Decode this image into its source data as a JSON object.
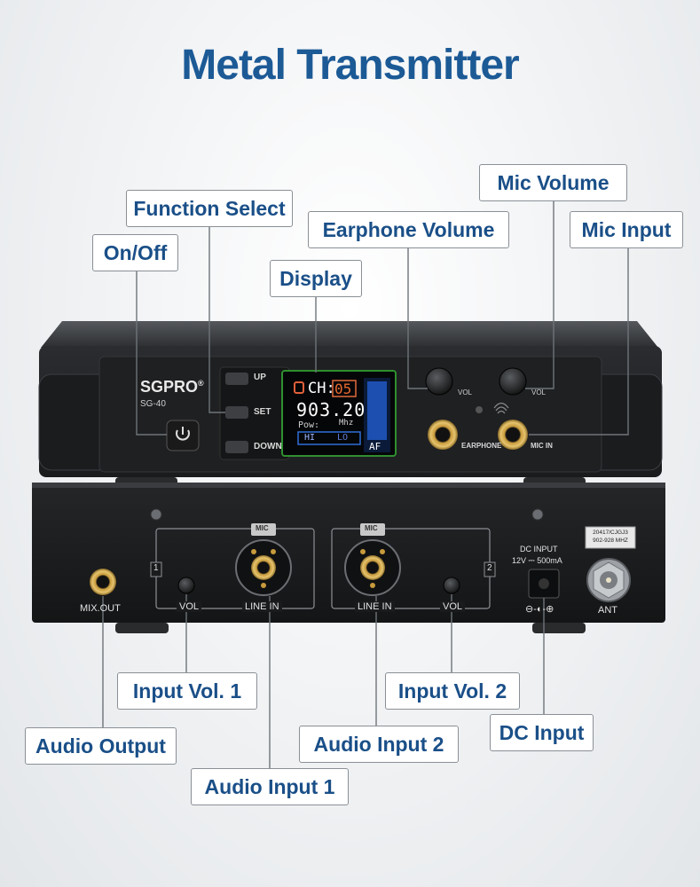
{
  "title": "Metal Transmitter",
  "callouts": {
    "mic_volume": "Mic Volume",
    "function_select": "Function Select",
    "earphone_volume": "Earphone Volume",
    "mic_input": "Mic Input",
    "on_off": "On/Off",
    "display": "Display",
    "input_vol_1": "Input Vol. 1",
    "input_vol_2": "Input Vol. 2",
    "audio_output": "Audio Output",
    "audio_input_2": "Audio Input 2",
    "dc_input": "DC Input",
    "audio_input_1": "Audio Input 1"
  },
  "front_panel": {
    "brand": "SGPRO",
    "brand_mark": "®",
    "model": "SG-40",
    "buttons": {
      "up": "UP",
      "set": "SET",
      "down": "DOWN"
    },
    "lcd": {
      "channel_label": "CH:",
      "channel_value": "05",
      "frequency": "903.20",
      "unit": "Mhz",
      "power_label": "Pow:",
      "power_hi": "HI",
      "power_lo": "LO",
      "af_label": "AF"
    },
    "knob_labels": {
      "earphone_vol": "VOL",
      "mic_vol": "VOL"
    },
    "jack_labels": {
      "earphone": "EARPHONE",
      "mic_in": "MIC IN"
    }
  },
  "rear_panel": {
    "mix_out": "MIX.OUT",
    "ch1": "1",
    "ch2": "2",
    "vol1": "VOL",
    "line_in_1": "LINE IN",
    "line_in_2": "LINE IN",
    "vol2": "VOL",
    "xlr_tag": "MIC",
    "dc_input_label": "DC INPUT",
    "dc_rating": "12V ⎓ 500mA",
    "polarity": "⊖-◐-⊕",
    "sticker_line1": "20417/CJGJ3",
    "sticker_line2": "902-928 MHZ",
    "ant": "ANT"
  }
}
